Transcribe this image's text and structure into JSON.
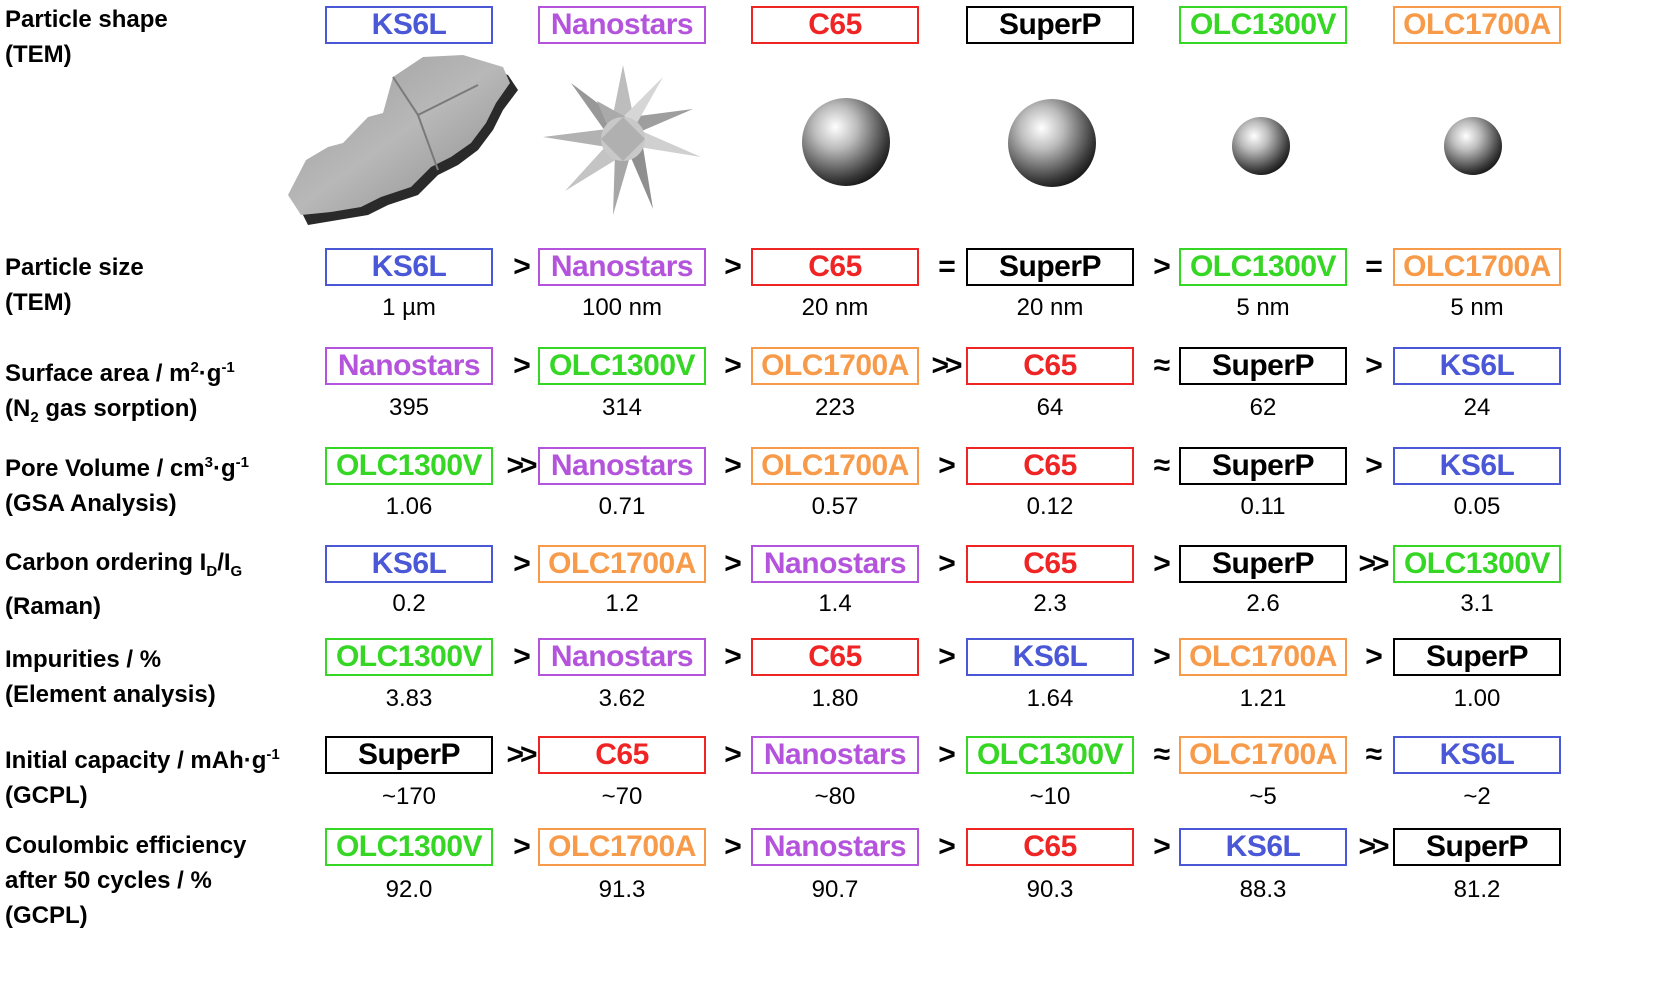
{
  "colors": {
    "KS6L": "#4a57d6",
    "Nanostars": "#b454dc",
    "C65": "#ef2424",
    "SuperP": "#000000",
    "OLC1300V": "#35d624",
    "OLC1700A": "#f79b4a"
  },
  "rows": [
    {
      "id": "shape",
      "label_lines": [
        "Particle shape",
        "(TEM)"
      ],
      "items": [
        "KS6L",
        "Nanostars",
        "C65",
        "SuperP",
        "OLC1300V",
        "OLC1700A"
      ],
      "relations": [],
      "values": []
    },
    {
      "id": "size",
      "label_lines": [
        "Particle size",
        "(TEM)"
      ],
      "items": [
        "KS6L",
        "Nanostars",
        "C65",
        "SuperP",
        "OLC1300V",
        "OLC1700A"
      ],
      "relations": [
        ">",
        ">",
        "=",
        ">",
        "="
      ],
      "values": [
        "1 µm",
        "100 nm",
        "20 nm",
        "20 nm",
        "5 nm",
        "5 nm"
      ]
    },
    {
      "id": "surface",
      "label_lines": [
        "Surface area / m",
        "(N gas sorption)"
      ],
      "label_parts": {
        "sup1": "2",
        "mid": "·g",
        "sup2": "-1",
        "sub": "2"
      },
      "items": [
        "Nanostars",
        "OLC1300V",
        "OLC1700A",
        "C65",
        "SuperP",
        "KS6L"
      ],
      "relations": [
        ">",
        ">",
        ">>",
        "≈",
        ">"
      ],
      "values": [
        "395",
        "314",
        "223",
        "64",
        "62",
        "24"
      ]
    },
    {
      "id": "pore",
      "label_lines": [
        "Pore Volume / cm",
        "(GSA Analysis)"
      ],
      "label_parts": {
        "sup1": "3",
        "mid": "·g",
        "sup2": "-1"
      },
      "items": [
        "OLC1300V",
        "Nanostars",
        "OLC1700A",
        "C65",
        "SuperP",
        "KS6L"
      ],
      "relations": [
        ">>",
        ">",
        ">",
        "≈",
        ">"
      ],
      "values": [
        "1.06",
        "0.71",
        "0.57",
        "0.12",
        "0.11",
        "0.05"
      ]
    },
    {
      "id": "ordering",
      "label_lines": [
        "Carbon ordering I",
        "(Raman)"
      ],
      "label_parts": {
        "subD": "D",
        "slash": "/I",
        "subG": "G"
      },
      "items": [
        "KS6L",
        "OLC1700A",
        "Nanostars",
        "C65",
        "SuperP",
        "OLC1300V"
      ],
      "relations": [
        ">",
        ">",
        ">",
        ">",
        ">>"
      ],
      "values": [
        "0.2",
        "1.2",
        "1.4",
        "2.3",
        "2.6",
        "3.1"
      ]
    },
    {
      "id": "impurities",
      "label_lines": [
        "Impurities / %",
        "(Element analysis)"
      ],
      "items": [
        "OLC1300V",
        "Nanostars",
        "C65",
        "KS6L",
        "OLC1700A",
        "SuperP"
      ],
      "relations": [
        ">",
        ">",
        ">",
        ">",
        ">"
      ],
      "values": [
        "3.83",
        "3.62",
        "1.80",
        "1.64",
        "1.21",
        "1.00"
      ]
    },
    {
      "id": "capacity",
      "label_lines": [
        "Initial capacity / mAh·g",
        "(GCPL)"
      ],
      "label_parts": {
        "sup2": "-1"
      },
      "items": [
        "SuperP",
        "C65",
        "Nanostars",
        "OLC1300V",
        "OLC1700A",
        "KS6L"
      ],
      "relations": [
        ">>",
        ">",
        ">",
        "≈",
        "≈"
      ],
      "values": [
        "~170",
        "~70",
        "~80",
        "~10",
        "~5",
        "~2"
      ]
    },
    {
      "id": "efficiency",
      "label_lines": [
        "Coulombic efficiency",
        "after 50 cycles / %",
        "(GCPL)"
      ],
      "items": [
        "OLC1300V",
        "OLC1700A",
        "Nanostars",
        "C65",
        "KS6L",
        "SuperP"
      ],
      "relations": [
        ">",
        ">",
        ">",
        ">",
        ">>"
      ],
      "values": [
        "92.0",
        "91.3",
        "90.7",
        "90.3",
        "88.3",
        "81.2"
      ]
    }
  ]
}
